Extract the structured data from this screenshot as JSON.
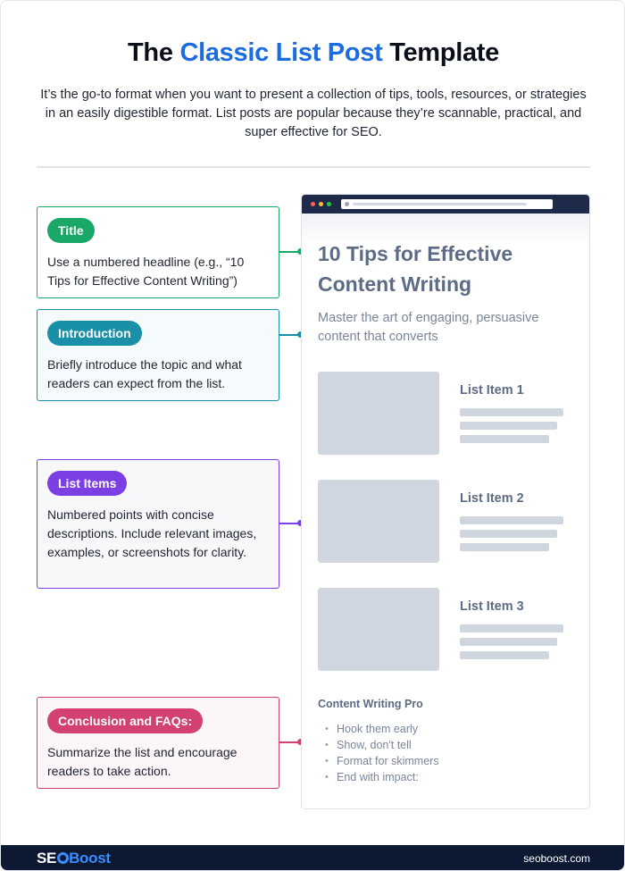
{
  "header": {
    "title_pre": "The",
    "title_accent": "Classic List Post",
    "title_post": "Template",
    "intro": "It’s the go-to format when you want to present a collection of tips, tools, resources, or strategies in an easily digestible format. List posts are popular because they’re scannable, practical, and super effective for SEO."
  },
  "cards": [
    {
      "label": "Title",
      "text": "Use a numbered headline (e.g., “10 Tips for Effective Content Writing”)",
      "color": "#1aa866",
      "bg": "#ffffff"
    },
    {
      "label": "Introduction",
      "text": "Briefly introduce the topic and what readers can expect from the list.",
      "color": "#1a8fa8",
      "bg": "#f5fbfc"
    },
    {
      "label": "List Items",
      "text": "Numbered points with concise descriptions. Include relevant images, examples, or screenshots for clarity.",
      "color": "#7b3fe4",
      "bg": "#f8f8fb"
    },
    {
      "label": "Conclusion and FAQs:",
      "text": "Summarize the list and encourage readers to take action.",
      "color": "#d2416f",
      "bg": "#fcf6f8"
    }
  ],
  "mockup": {
    "post_title": "10 Tips for Effective Content Writing",
    "post_subtitle": "Master the art of engaging, persuasive content that converts",
    "list_items": [
      "List Item 1",
      "List Item 2",
      "List Item 3"
    ],
    "pro_title": "Content Writing Pro",
    "pro_points": [
      "Hook them early",
      "Show, don't tell",
      "Format for skimmers",
      "End with impact:"
    ]
  },
  "footer": {
    "logo_pre": "SE",
    "logo_post": "Boost",
    "url": "seoboost.com"
  }
}
